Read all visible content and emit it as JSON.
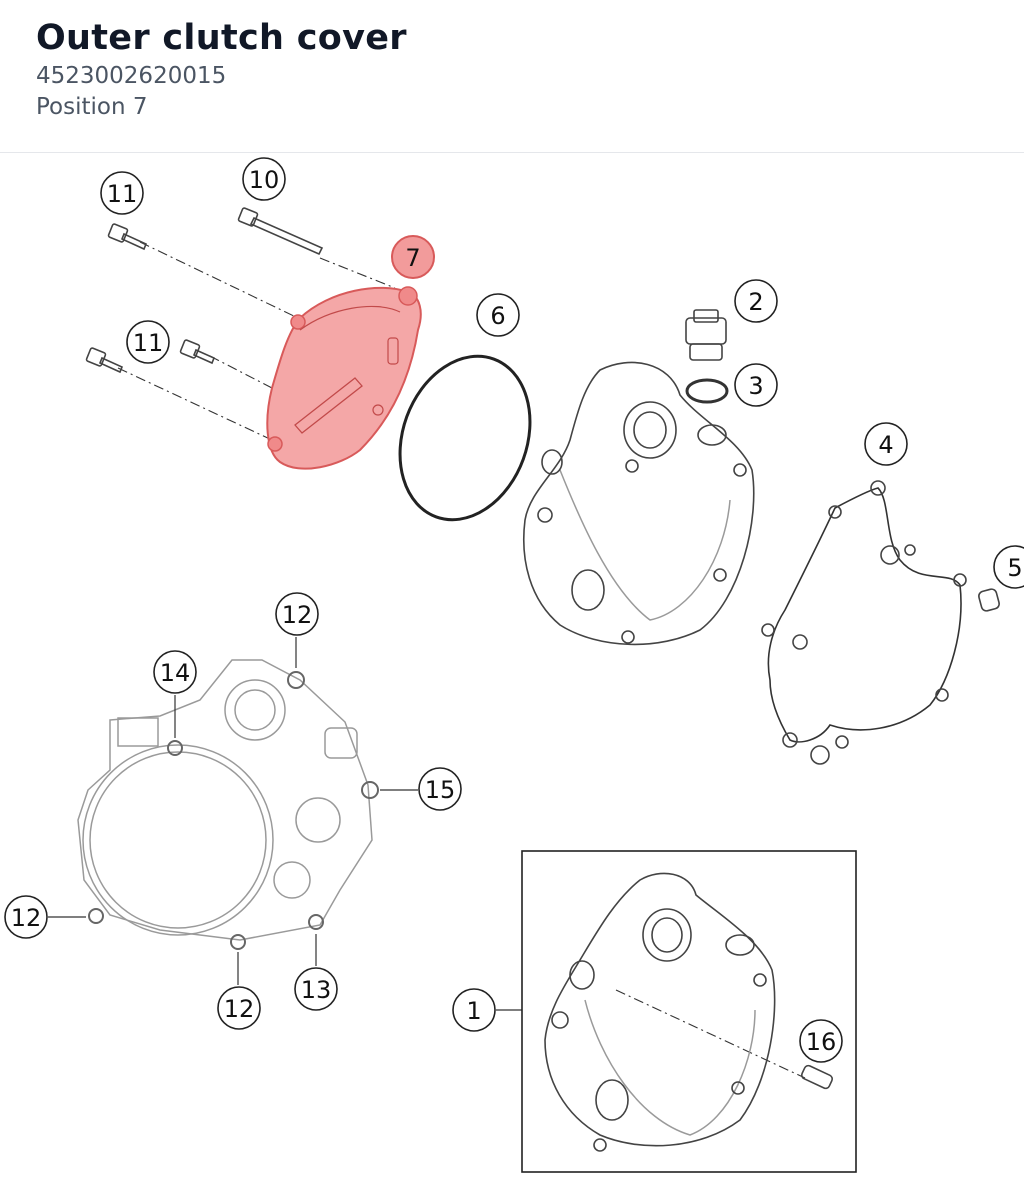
{
  "header": {
    "title": "Outer clutch cover",
    "part_number": "4523002620015",
    "position_label": "Position 7"
  },
  "colors": {
    "highlight_fill": "#f08a8a",
    "highlight_stroke": "#d85a5a",
    "line_dark": "#333333",
    "line_light": "#9a9a9a"
  },
  "callouts": {
    "c1": "1",
    "c2": "2",
    "c3": "3",
    "c4": "4",
    "c5": "5",
    "c6": "6",
    "c7": "7",
    "c10": "10",
    "c11a": "11",
    "c11b": "11",
    "c12a": "12",
    "c12b": "12",
    "c12c": "12",
    "c13": "13",
    "c14": "14",
    "c15": "15",
    "c16": "16"
  }
}
